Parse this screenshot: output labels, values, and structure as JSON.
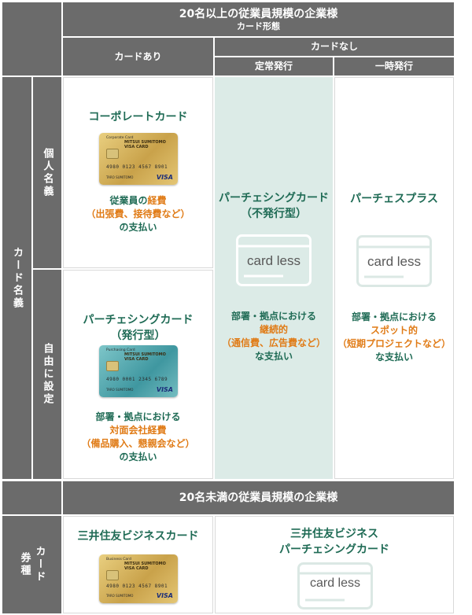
{
  "header": {
    "top_title": "20名以上の従業員規模の企業様",
    "top_subtitle": "カード形態",
    "col_card_ari": "カードあり",
    "col_card_nashi": "カードなし",
    "col_teijo": "定常発行",
    "col_ichiji": "一時発行"
  },
  "side": {
    "card_meigi": "カード名義",
    "kojin_meigi": "個人名義",
    "jiyu_settei": "自由に設定",
    "card_kenshu": "カード券種"
  },
  "cells": {
    "corporate": {
      "title": "コーポレートカード",
      "desc_l1_a": "従業員の",
      "desc_l1_b": "経費",
      "desc_l2": "（出張費、接待費など）",
      "desc_l3": "の支払い"
    },
    "purchasing_issued": {
      "title_l1": "パーチェシングカード",
      "title_l2": "（発行型）",
      "desc_l1": "部署・拠点における",
      "desc_l2": "対面会社経費",
      "desc_l3": "（備品購入、懇親会など）",
      "desc_l4": "の支払い"
    },
    "purchasing_nonissued": {
      "title_l1": "パーチェシングカード",
      "title_l2": "（不発行型）",
      "desc_l1": "部署・拠点における",
      "desc_l2": "継続的",
      "desc_l3": "（通信費、広告費など）",
      "desc_l4": "な支払い"
    },
    "purchase_plus": {
      "title": "パーチェスプラス",
      "desc_l1": "部署・拠点における",
      "desc_l2": "スポット的",
      "desc_l3": "（短期プロジェクトなど）",
      "desc_l4": "な支払い"
    }
  },
  "small_section": {
    "title": "20名未満の従業員規模の企業様",
    "business_card": "三井住友ビジネスカード",
    "business_purchasing_l1": "三井住友ビジネス",
    "business_purchasing_l2": "パーチェシングカード"
  },
  "cardless_label": "card less",
  "card_art": {
    "corporate_type": "Corporate Card",
    "purchasing_type": "Purchasing Card",
    "business_type": "Business Card",
    "brand_l1": "MITSUI SUMITOMO",
    "brand_l2": "VISA CARD",
    "number_gold": "4980 0123 4567 8901",
    "number_blue": "4980 0001 2345 6789",
    "holder": "TARO SUMITOMO",
    "network": "VISA"
  },
  "colors": {
    "header_gray": "#6b6b6b",
    "title_green": "#1f6b55",
    "highlight_orange": "#e07b16",
    "teal_bg": "#dcebe7"
  }
}
